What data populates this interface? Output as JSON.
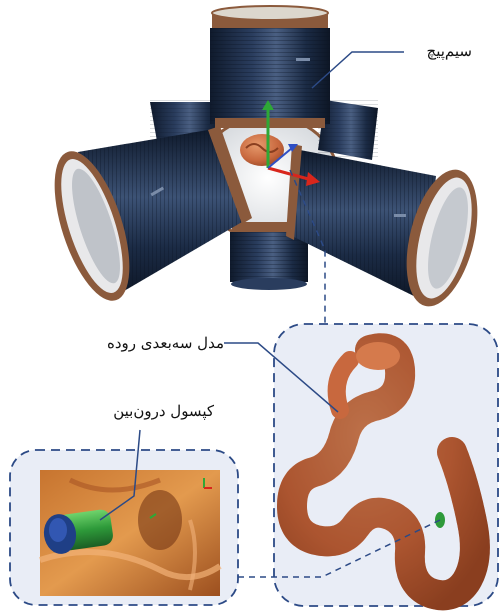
{
  "labels": {
    "coil": "سیم‌پیچ",
    "model": "مدل سه‌بعدی روده",
    "capsule": "کپسول درون‌بین"
  },
  "colors": {
    "coil_wire": "#1b2b45",
    "coil_highlight": "#5d7190",
    "coil_rim": "#8b5a3c",
    "intestine": "#c8683e",
    "panel_fill": "#e9edf6",
    "panel_border": "#2c4a86",
    "leader_line": "#2c4a86",
    "capsule_body": "#2e9a3a",
    "capsule_cap": "#1f3f86"
  },
  "icons": [
    "coil-icon",
    "intestine-model-icon",
    "capsule-icon",
    "axis-gizmo-icon"
  ]
}
